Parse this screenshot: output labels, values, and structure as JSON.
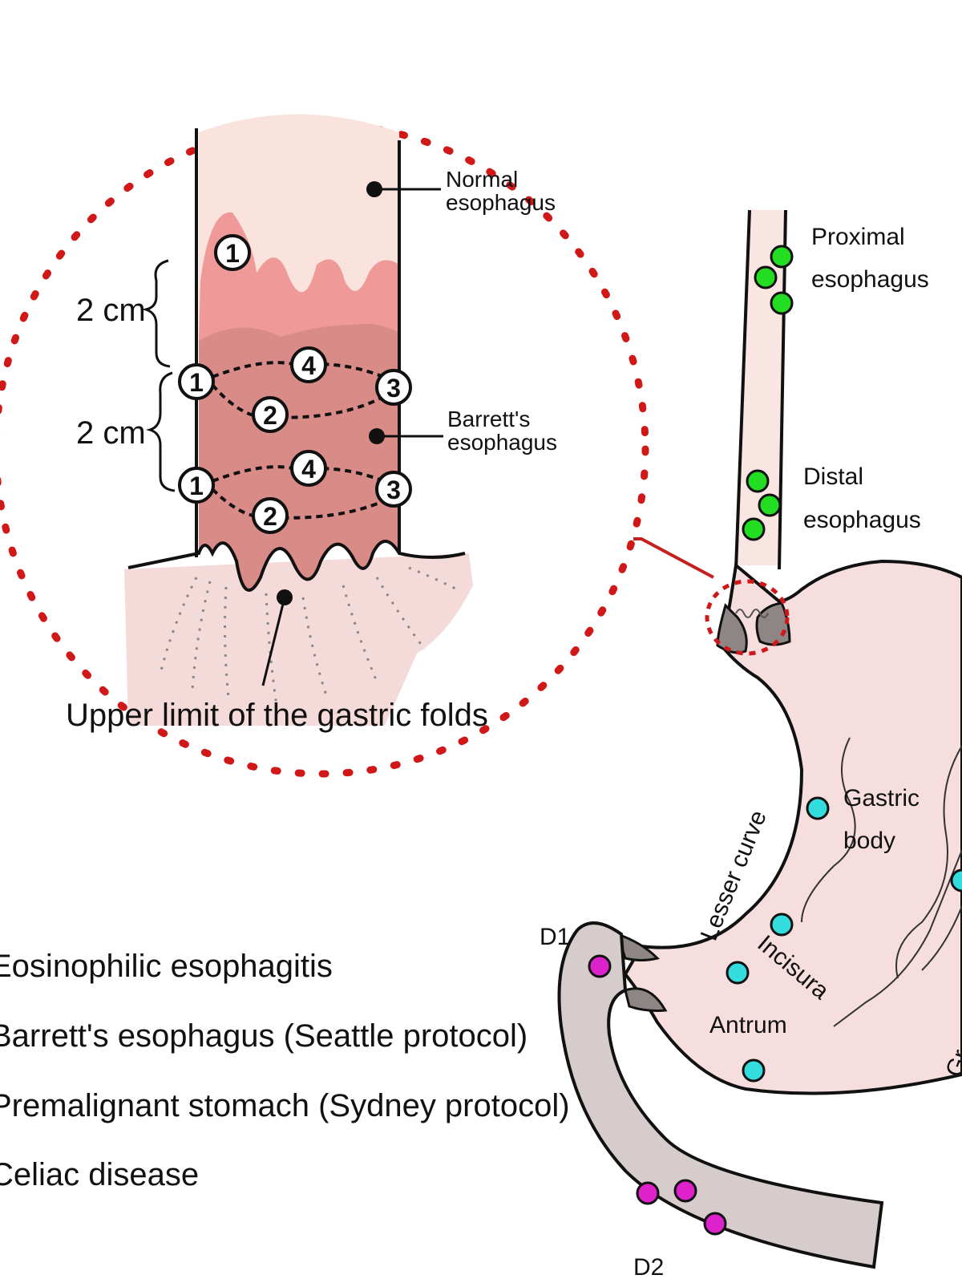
{
  "zoom_labels": {
    "normal_esophagus": [
      "Normal",
      "esophagus"
    ],
    "barretts_esophagus": [
      "Barrett's",
      "esophagus"
    ],
    "gastric_folds": "Upper limit of the gastric folds",
    "spacing_top": "2 cm",
    "spacing_bottom": "2 cm"
  },
  "biopsy_markers": {
    "top_single": "1",
    "level1_left": "1",
    "level1_back": "4",
    "level1_right": "3",
    "level1_front": "2",
    "level2_left": "1",
    "level2_back": "4",
    "level2_right": "3",
    "level2_front": "2"
  },
  "anatomy_labels": {
    "proximal_esophagus": [
      "Proximal",
      "esophagus"
    ],
    "distal_esophagus": [
      "Distal",
      "esophagus"
    ],
    "gastric_body": [
      "Gastric",
      "body"
    ],
    "lesser_curve": "Lesser curve",
    "incisura": "Incisura",
    "antrum": "Antrum",
    "greater_curve_partial": "Gr",
    "d1": "D1",
    "d2": "D2"
  },
  "legend": [
    {
      "label": "Eosinophilic esophagitis",
      "color": "#22dd22"
    },
    {
      "label": "Barrett's esophagus (Seattle protocol)",
      "color": "#ffffff"
    },
    {
      "label": "Premalignant stomach (Sydney protocol)",
      "color": "#33dddd"
    },
    {
      "label": "Celiac disease",
      "color": "#dd22cc"
    }
  ],
  "colors": {
    "dashed_circle": "#d01818",
    "normal_mucosa": "#f9e3dc",
    "barrett_light": "#ef9a98",
    "barrett_dark": "#d98b88",
    "stomach_fill": "#f7dede",
    "duodenum_fill": "#d6cccc",
    "eosinophilic_dot": "#22dd22",
    "sydney_dot": "#33dddd",
    "celiac_dot": "#dd22cc"
  }
}
